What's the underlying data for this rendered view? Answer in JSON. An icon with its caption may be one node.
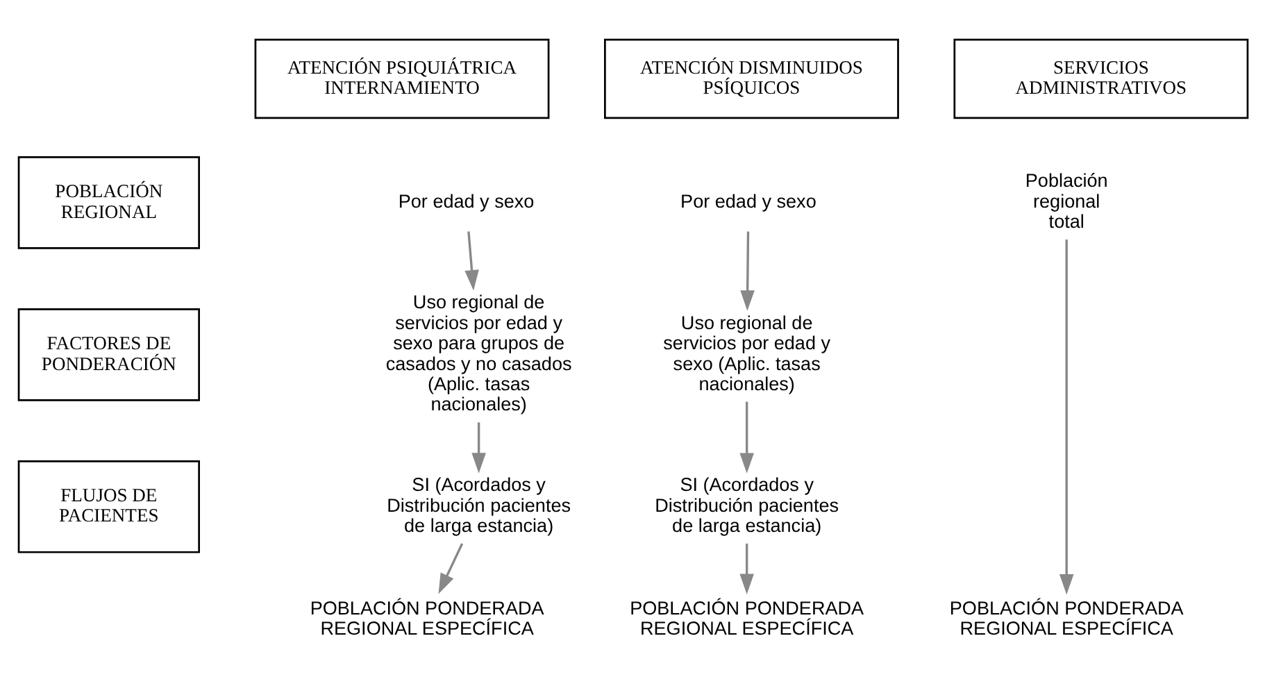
{
  "diagram": {
    "nodes": [
      {
        "text": [
          "ATENCIÓN PSIQUIÁTRICA INTERNAMIENTO"
        ]
      },
      {
        "text": [
          "ATENCIÓN DISMINUIDOS PSÍQUICOS"
        ]
      },
      {
        "text": [
          "SERVICIOS ADMINISTRATIVOS"
        ]
      },
      {
        "text": [
          "POBLACIÓN REGIONAL"
        ]
      },
      {
        "text": [
          "FACTORES DE PONDERACIÓN"
        ]
      },
      {
        "text": [
          "FLUJOS DE PACIENTES"
        ]
      },
      {
        "text": [
          "Por edad y sexo"
        ]
      },
      {
        "text": [
          "Uso regional de servicios por edad y sexo para grupos de casados y no casados (Aplic. tasas nacionales)"
        ]
      },
      {
        "text": [
          "SI (Acordados y Distribución pacientes de larga estancia)"
        ]
      },
      {
        "text": [
          "POBLACIÓN PONDERADA REGIONAL ESPECÍFICA"
        ]
      },
      {
        "text": [
          "Por edad y sexo"
        ]
      },
      {
        "text": [
          "Uso regional de servicios por edad y sexo (Aplic. tasas nacionales)"
        ]
      },
      {
        "text": [
          "SI (Acordados y Distribución pacientes de larga estancia)"
        ]
      },
      {
        "text": [
          "POBLACIÓN PONDERADA REGIONAL ESPECÍFICA"
        ]
      },
      {
        "text": [
          "Población regional total"
        ]
      },
      {
        "text": [
          "POBLACIÓN PONDERADA REGIONAL ESPECÍFICA"
        ]
      }
    ],
    "edges": [
      {
        "from": 6,
        "to": 7,
        "arrow": "to"
      },
      {
        "from": 7,
        "to": 8,
        "arrow": "to"
      },
      {
        "from": 8,
        "to": 9,
        "arrow": "to"
      },
      {
        "from": 10,
        "to": 11,
        "arrow": "to"
      },
      {
        "from": 11,
        "to": 12,
        "arrow": "to"
      },
      {
        "from": 12,
        "to": 13,
        "arrow": "to"
      },
      {
        "from": 14,
        "to": 15,
        "arrow": "to"
      }
    ]
  }
}
